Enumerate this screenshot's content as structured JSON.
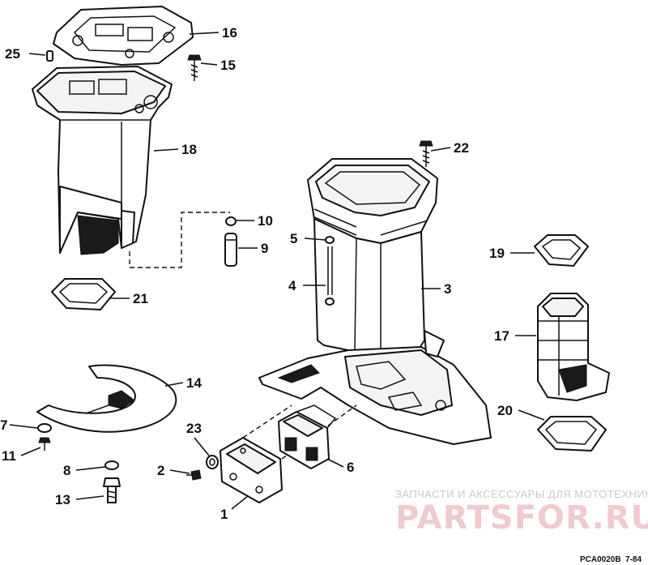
{
  "callouts": [
    {
      "id": "c16",
      "label": "16"
    },
    {
      "id": "c25",
      "label": "25"
    },
    {
      "id": "c15",
      "label": "15"
    },
    {
      "id": "c18",
      "label": "18"
    },
    {
      "id": "c22",
      "label": "22"
    },
    {
      "id": "c10",
      "label": "10"
    },
    {
      "id": "c5",
      "label": "5"
    },
    {
      "id": "c9",
      "label": "9"
    },
    {
      "id": "c19",
      "label": "19"
    },
    {
      "id": "c4",
      "label": "4"
    },
    {
      "id": "c3",
      "label": "3"
    },
    {
      "id": "c21",
      "label": "21"
    },
    {
      "id": "c17",
      "label": "17"
    },
    {
      "id": "c14",
      "label": "14"
    },
    {
      "id": "c20",
      "label": "20"
    },
    {
      "id": "c7",
      "label": "7"
    },
    {
      "id": "c23",
      "label": "23"
    },
    {
      "id": "c11",
      "label": "11"
    },
    {
      "id": "c6",
      "label": "6"
    },
    {
      "id": "c8",
      "label": "8"
    },
    {
      "id": "c2",
      "label": "2"
    },
    {
      "id": "c13",
      "label": "13"
    },
    {
      "id": "c1",
      "label": "1"
    }
  ],
  "watermark": {
    "tagline": "ЗАПЧАСТИ И АКСЕССУАРЫ ДЛЯ МОТОТЕХНИКИ",
    "brand": "PARTSFOR.RU",
    "color": "#e3a2a8"
  },
  "reference": {
    "code": "PCA0020B",
    "revision": "7-84"
  }
}
